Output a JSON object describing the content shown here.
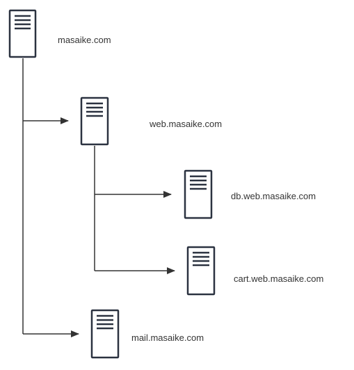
{
  "nodes": [
    {
      "id": "root",
      "label": "masaike.com"
    },
    {
      "id": "web",
      "label": "web.masaike.com"
    },
    {
      "id": "db",
      "label": "db.web.masaike.com"
    },
    {
      "id": "cart",
      "label": "cart.web.masaike.com"
    },
    {
      "id": "mail",
      "label": "mail.masaike.com"
    }
  ],
  "edges": [
    {
      "from": "root",
      "to": "web"
    },
    {
      "from": "root",
      "to": "mail"
    },
    {
      "from": "web",
      "to": "db"
    },
    {
      "from": "web",
      "to": "cart"
    }
  ],
  "colors": {
    "stroke": "#2b3240",
    "line": "#333333",
    "text": "#333333",
    "icon": "server-icon"
  }
}
